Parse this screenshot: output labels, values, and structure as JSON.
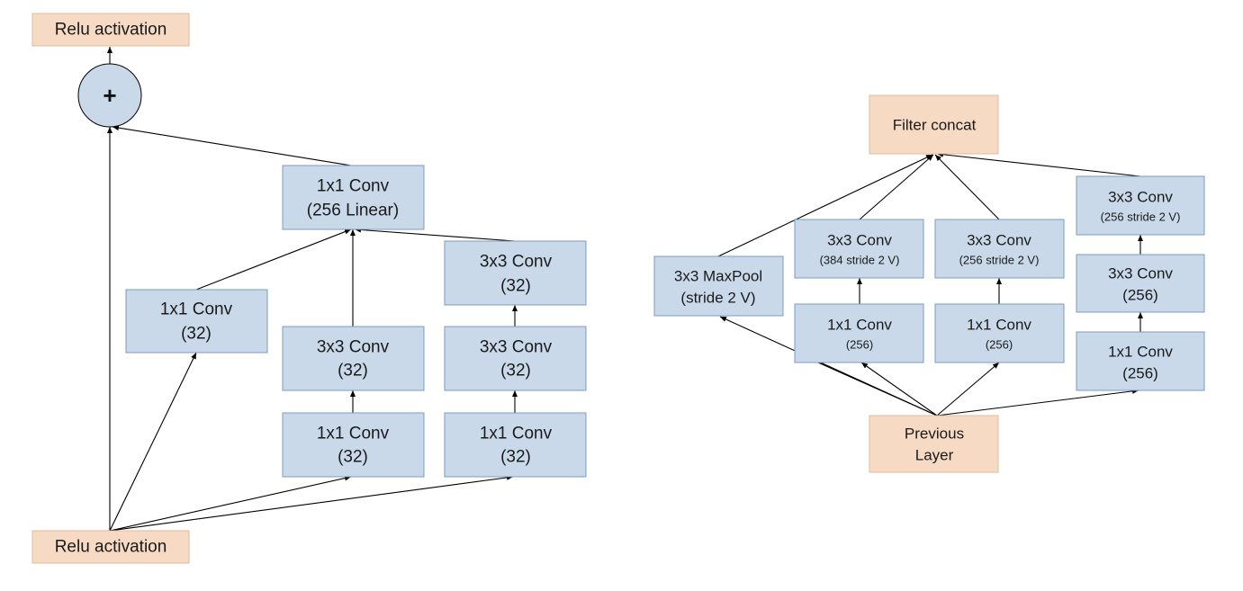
{
  "left_block": {
    "relu_top": [
      "Relu activation"
    ],
    "add_symbol": "+",
    "conv_linear": [
      "1x1 Conv",
      "(256 Linear)"
    ],
    "branch1_conv1x1": [
      "1x1 Conv",
      "(32)"
    ],
    "branch2_conv3x3": [
      "3x3 Conv",
      "(32)"
    ],
    "branch2_conv1x1": [
      "1x1 Conv",
      "(32)"
    ],
    "branch3_conv3x3_top": [
      "3x3 Conv",
      "(32)"
    ],
    "branch3_conv3x3_mid": [
      "3x3 Conv",
      "(32)"
    ],
    "branch3_conv1x1": [
      "1x1 Conv",
      "(32)"
    ],
    "relu_bottom": [
      "Relu activation"
    ]
  },
  "right_block": {
    "filter_concat": [
      "Filter concat"
    ],
    "maxpool": [
      "3x3 MaxPool",
      "(stride 2 V)"
    ],
    "branch2_conv3x3": [
      "3x3 Conv",
      "(384 stride 2 V)"
    ],
    "branch2_conv1x1": [
      "1x1 Conv",
      "(256)"
    ],
    "branch3_conv3x3": [
      "3x3 Conv",
      "(256 stride 2 V)"
    ],
    "branch3_conv1x1": [
      "1x1 Conv",
      "(256)"
    ],
    "branch4_conv3x3_top": [
      "3x3 Conv",
      "(256 stride 2 V)"
    ],
    "branch4_conv3x3_mid": [
      "3x3 Conv",
      "(256)"
    ],
    "branch4_conv1x1": [
      "1x1 Conv",
      "(256)"
    ],
    "previous_layer": [
      "Previous",
      "Layer"
    ]
  },
  "colors": {
    "conv_fill": "#c9d9ea",
    "conv_stroke": "#7a9cc1",
    "io_fill": "#f6dac3",
    "io_stroke": "#dfbd9c",
    "edge": "#000000"
  }
}
